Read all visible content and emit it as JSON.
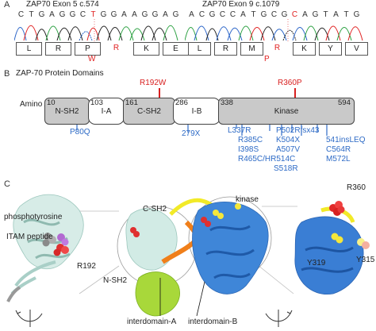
{
  "panels": {
    "a": "A",
    "b": "B",
    "c": "C"
  },
  "trace1": {
    "title": "ZAP70  Exon 5  c.574",
    "bases": [
      "C",
      "T",
      "G",
      "A",
      "G",
      "G",
      "C",
      "T",
      "G",
      "G",
      "A",
      "A",
      "G",
      "G",
      "A",
      "G"
    ],
    "mutant_index": 7,
    "codons": [
      "L",
      "R",
      "P",
      "R",
      "K",
      "E"
    ],
    "mutant_codon_index": 3,
    "substitution": "W"
  },
  "trace2": {
    "title": "ZAP70  Exon 9  c.1079",
    "bases": [
      "A",
      "C",
      "G",
      "C",
      "C",
      "A",
      "T",
      "G",
      "C",
      "G",
      "C",
      "A",
      "G",
      "T",
      "A",
      "T",
      "G"
    ],
    "mutant_index": 10,
    "codons": [
      "L",
      "R",
      "M",
      "R",
      "K",
      "Y",
      "V"
    ],
    "mutant_codon_index": 3,
    "substitution": "P"
  },
  "domains": {
    "title": "ZAP-70 Protein Domains",
    "amino_acid_label": "Amino Acid",
    "positions": [
      "10",
      "103",
      "161",
      "286",
      "338",
      "594"
    ],
    "items": [
      {
        "label": "N-SH2"
      },
      {
        "label": "I-A"
      },
      {
        "label": "C-SH2"
      },
      {
        "label": "I-B"
      },
      {
        "label": "Kinase"
      }
    ],
    "red_mutations": [
      "R192W",
      "R360P"
    ],
    "blue_mutations": [
      "P80Q",
      "279X",
      "L337R",
      "R385C",
      "I398S",
      "R465C/HR514C",
      "S518R",
      "P502Rfsx43",
      "K504X",
      "A507V",
      "541insLEQ",
      "C564R",
      "M572L"
    ]
  },
  "structure": {
    "labels": {
      "phosphotyrosine": "phosphotyrosine",
      "itam": "ITAM peptide",
      "r192": "R192",
      "csh2": "C-SH2",
      "kinase": "kinase",
      "nsh2": "N-SH2",
      "interdomain_a": "interdomain-A",
      "interdomain_b": "interdomain-B",
      "r360": "R360",
      "y319": "Y319",
      "y315": "Y315"
    }
  }
}
